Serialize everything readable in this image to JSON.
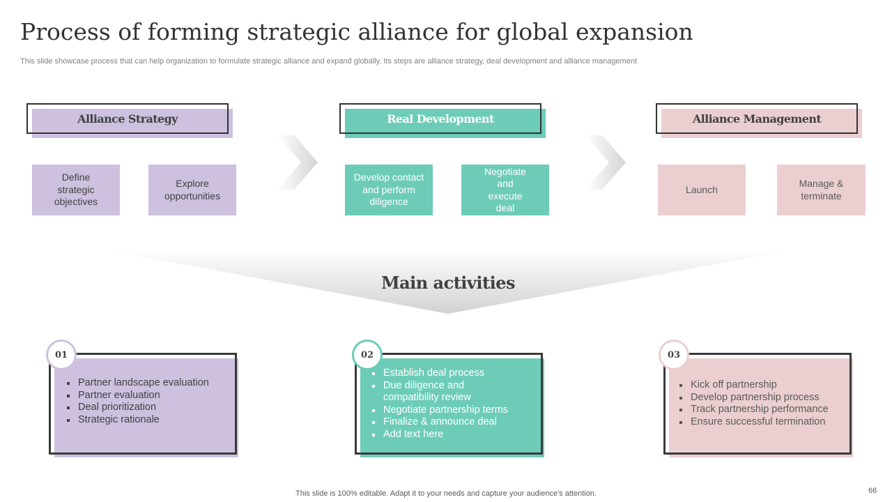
{
  "title": "Process of forming strategic alliance for global expansion",
  "subtitle": "This slide showcase process that can help organization to formulate strategic alliance and expand globally. Its steps are alliance strategy, deal development and alliance management",
  "phases": [
    {
      "label": "Alliance Strategy",
      "color": "#cdc1df",
      "steps": [
        "Define strategic objectives",
        "Explore opportunities"
      ]
    },
    {
      "label": "Real Development",
      "color": "#6dccb8",
      "steps": [
        "Develop contact and perform diligence",
        "Negotiate and execute deal"
      ]
    },
    {
      "label": "Alliance Management",
      "color": "#ebcfd0",
      "steps": [
        "Launch",
        "Manage & terminate"
      ]
    }
  ],
  "main_activities": "Main activities",
  "activities": [
    {
      "number": "01",
      "color": "#cdc1df",
      "items": [
        "Partner landscape evaluation",
        "Partner evaluation",
        "Deal prioritization",
        "Strategic rationale"
      ]
    },
    {
      "number": "02",
      "color": "#6dccb8",
      "items": [
        "Establish deal process",
        "Due diligence and",
        "compatibility review",
        "Negotiate partnership terms",
        "Finalize & announce deal",
        "Add text here"
      ]
    },
    {
      "number": "03",
      "color": "#ebcfd0",
      "items": [
        "Kick off partnership",
        "Develop partnership process",
        "Track partnership performance",
        "Ensure successful termination"
      ]
    }
  ],
  "footer": "This slide is 100% editable. Adapt it to your needs and capture your audience's attention.",
  "page_number": "66"
}
